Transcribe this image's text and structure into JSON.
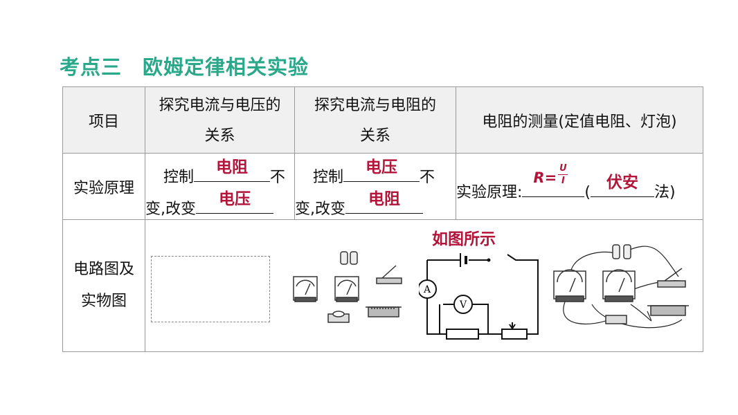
{
  "section_title": "考点三　欧姆定律相关实验",
  "table": {
    "headers": {
      "item": "项目",
      "col1_line1": "探究电流与电压的",
      "col1_line2": "关系",
      "col2_line1": "探究电流与电阻的",
      "col2_line1b": "",
      "col2_line2": "关系",
      "col3": "电阻的测量(定值电阻、灯泡)"
    },
    "principle_row": {
      "label": "实验原理",
      "col1": {
        "prefix": "控制",
        "answer1": "电阻",
        "suffix": "不",
        "line2_prefix": "变,改变",
        "answer2": "电压"
      },
      "col2": {
        "prefix": "控制",
        "answer1": "电压",
        "suffix": "不",
        "line2_prefix": "变,改变",
        "answer2": "电阻"
      },
      "col3": {
        "prefix": "实验原理:",
        "formula_r": "R=",
        "formula_num": "U",
        "formula_den": "I",
        "paren_open": "(",
        "answer": "伏安",
        "suffix": "法)"
      }
    },
    "circuit_row": {
      "label_line1": "电路图及",
      "label_line2": "实物图",
      "as_shown": "如图所示",
      "ammeter_symbol": "A",
      "voltmeter_symbol": "V"
    }
  }
}
